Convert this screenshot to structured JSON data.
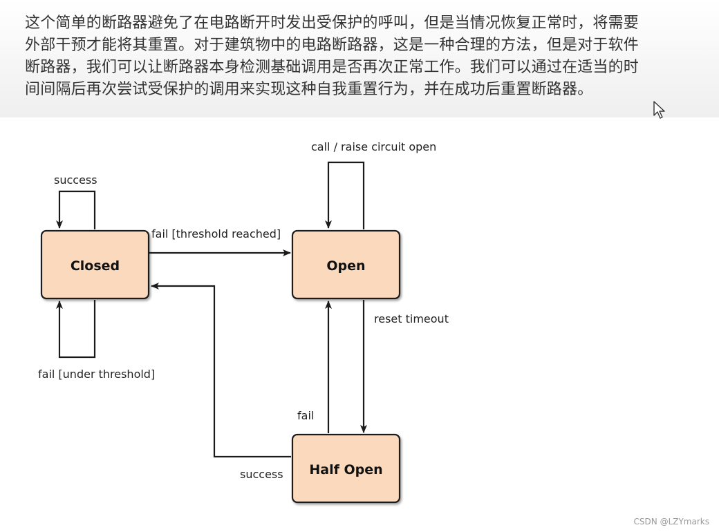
{
  "paragraph": {
    "lines": [
      "这个简单的断路器避免了在电路断开时发出受保护的呼叫，但是当情况恢复正常时，将需要",
      "外部干预才能将其重置。对于建筑物中的电路断路器，这是一种合理的方法，但是对于软件",
      "断路器，我们可以让断路器本身检测基础调用是否再次正常工作。我们可以通过在适当的时",
      "间间隔后再次尝试受保护的调用来实现这种自我重置行为，并在成功后重置断路器。"
    ]
  },
  "diagram": {
    "colors": {
      "state_fill": "#fad9bd",
      "stroke": "#1a1a1a"
    },
    "states": {
      "closed": "Closed",
      "open": "Open",
      "half_open": "Half Open"
    },
    "transitions": {
      "closed_success_loop": "success",
      "closed_fail_loop": "fail [under threshold]",
      "closed_to_open": "fail [threshold reached]",
      "open_self_loop": "call / raise circuit open",
      "open_to_half_open": "reset timeout",
      "half_open_to_open": "fail",
      "half_open_to_closed": "success"
    }
  },
  "cursor_icon": "mouse-pointer-icon",
  "watermark": "CSDN @LZYmarks"
}
